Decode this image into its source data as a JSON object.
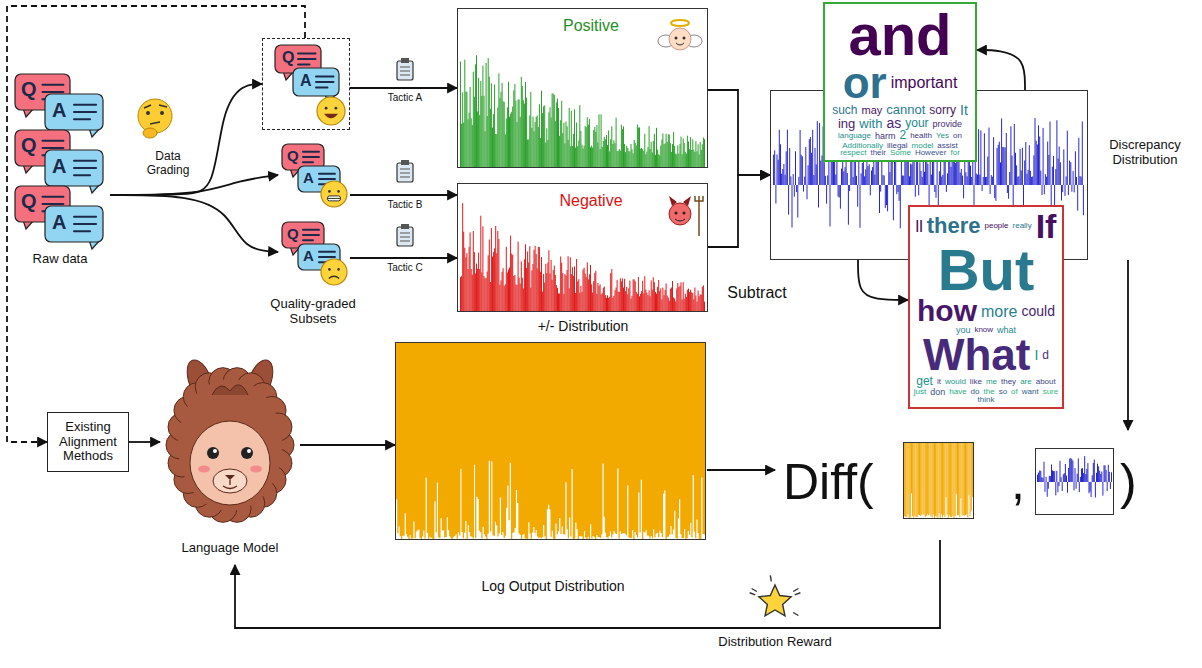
{
  "diagram": {
    "nodes": [
      {
        "text": [
          "Q",
          "A",
          "Q",
          "A",
          "Q",
          "A",
          "Raw data"
        ]
      },
      {
        "text": [
          "Q",
          "A"
        ]
      },
      {
        "text": [
          "Q",
          "A"
        ]
      },
      {
        "text": [
          "Q",
          "A"
        ]
      },
      {
        "text": [
          "Positive"
        ]
      },
      {
        "text": [
          "Negative"
        ]
      },
      {
        "text": [
          "Discrepancy Distribution"
        ]
      },
      {
        "text": [
          "and",
          "or",
          "important",
          "such",
          "may",
          "cannot",
          "sorry",
          "It",
          "ing",
          "with",
          "as",
          "your",
          "provide",
          "language",
          "harm",
          "2",
          "health",
          "Yes",
          "on",
          "Additionally",
          "illegal",
          "model",
          "assist",
          "respect",
          "their",
          "Some",
          "However",
          "for"
        ]
      },
      {
        "text": [
          "ll",
          "there",
          "people",
          "really",
          "If",
          "But",
          "how",
          "more",
          "could",
          "you",
          "know",
          "what",
          "What",
          "I",
          "d",
          "get",
          "it",
          "would",
          "like",
          "me",
          "they",
          "are",
          "about",
          "just",
          "don",
          "have",
          "do",
          "the",
          "so",
          "of",
          "want",
          "sure",
          "think"
        ]
      },
      {
        "text": [
          "Existing Alignment Methods"
        ]
      },
      {
        "text": [
          "Language Model"
        ]
      },
      {
        "text": [
          "Log Output Distribution"
        ]
      },
      {
        "text": [
          "Diff(",
          ",",
          ")"
        ]
      }
    ],
    "edges": [
      {
        "from": 0,
        "to": 1,
        "arrow": "to"
      },
      {
        "from": 0,
        "to": 2,
        "arrow": "to"
      },
      {
        "from": 0,
        "to": 3,
        "arrow": "to"
      },
      {
        "from": 1,
        "to": 4,
        "label": "Tactic A",
        "arrow": "to"
      },
      {
        "from": 2,
        "to": 5,
        "label": "Tactic B",
        "arrow": "to"
      },
      {
        "from": 3,
        "to": 5,
        "label": "Tactic C",
        "arrow": "to"
      },
      {
        "from": 4,
        "to": 6,
        "arrow": "to"
      },
      {
        "from": 5,
        "to": 6,
        "arrow": "to"
      },
      {
        "from": 6,
        "to": 7,
        "arrow": "to"
      },
      {
        "from": 6,
        "to": 8,
        "arrow": "to"
      },
      {
        "from": 6,
        "to": 12,
        "arrow": "to"
      },
      {
        "from": 1,
        "to": 9,
        "arrow": "to"
      },
      {
        "from": 9,
        "to": 10,
        "arrow": "to"
      },
      {
        "from": 10,
        "to": 11,
        "arrow": "to"
      },
      {
        "from": 11,
        "to": 12,
        "arrow": "to"
      },
      {
        "from": 12,
        "to": 10,
        "label": "Distribution Reward",
        "arrow": "to"
      }
    ],
    "labels": [
      "Data Grading",
      "Quality-graded Subsets",
      "+/- Distribution",
      "Subtract"
    ]
  }
}
